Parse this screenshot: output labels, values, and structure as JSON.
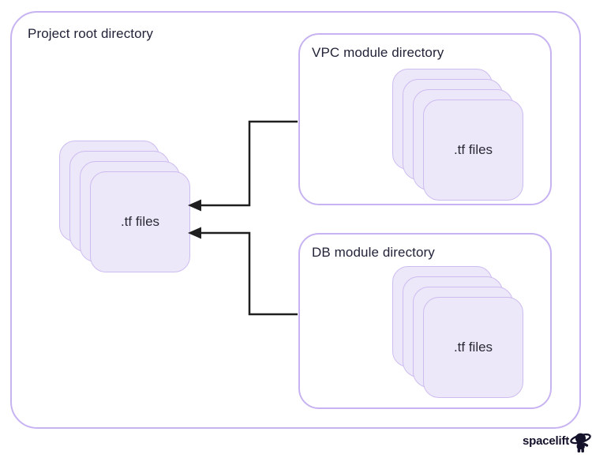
{
  "diagram": {
    "root_container": {
      "title": "Project root directory",
      "stack": {
        "label": ".tf files",
        "card_count": 4
      }
    },
    "module_containers": [
      {
        "id": "vpc",
        "title": "VPC module directory",
        "stack": {
          "label": ".tf files",
          "card_count": 4
        }
      },
      {
        "id": "db",
        "title": "DB module directory",
        "stack": {
          "label": ".tf files",
          "card_count": 4
        }
      }
    ],
    "arrows": [
      {
        "from": "VPC module directory",
        "to": "Project root .tf files"
      },
      {
        "from": "DB module directory",
        "to": "Project root .tf files"
      }
    ],
    "branding": {
      "logo_text": "spacelift",
      "logo_icon": "astronaut-icon"
    },
    "colors": {
      "container_border": "#c7b3f2",
      "card_border": "#cdbcf0",
      "card_fill": "#ece8f9",
      "arrow": "#1f1f1f",
      "title_text": "#222338",
      "logo_text": "#14122b",
      "background": "#ffffff"
    }
  }
}
